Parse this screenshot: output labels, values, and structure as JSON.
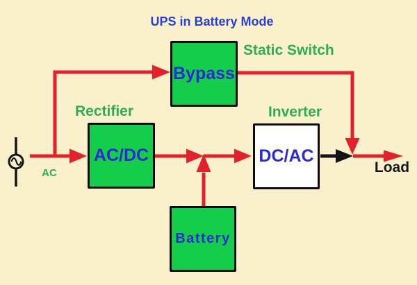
{
  "diagram": {
    "title": "UPS in Battery Mode",
    "blocks": {
      "bypass": {
        "label": "Bypass"
      },
      "rectifier": {
        "heading": "Rectifier",
        "label": "AC/DC"
      },
      "inverter": {
        "heading": "Inverter",
        "label": "DC/AC"
      },
      "battery": {
        "label": "Battery"
      }
    },
    "annotations": {
      "static_switch": "Static Switch",
      "ac_source": "AC",
      "load": "Load"
    },
    "colors": {
      "background": "#FAF0CB",
      "block_fill_green": "#14CE4B",
      "inverter_fill": "#FEFEFE",
      "block_border": "#0d0d0d",
      "wire_red": "#E3212B",
      "wire_black": "#141414",
      "heading_green": "#2CAD56",
      "block_text_blue": "#2B2BD2",
      "title_blue": "#2740D6",
      "load_text": "#161616"
    }
  }
}
